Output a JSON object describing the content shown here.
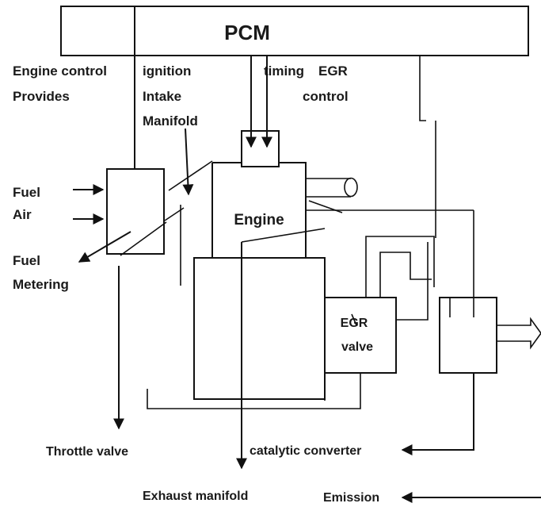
{
  "title_box": {
    "label": "PCM"
  },
  "labels": {
    "engine_control": "Engine control",
    "provides": "Provides",
    "ignition": "ignition",
    "intake": "Intake",
    "manifold": "Manifold",
    "timing": "timing",
    "egr": "EGR",
    "control": "control",
    "fuel": "Fuel",
    "air": "Air",
    "fuel_metering_1": "Fuel",
    "fuel_metering_2": "Metering",
    "engine": "Engine",
    "egr_valve_1": "EGR",
    "egr_valve_2": "valve",
    "throttle_valve": "Throttle valve",
    "catalytic_converter": "catalytic converter",
    "exhaust_manifold": "Exhaust manifold",
    "emission": "Emission"
  },
  "colors": {
    "line": "#111111",
    "background": "#ffffff"
  }
}
